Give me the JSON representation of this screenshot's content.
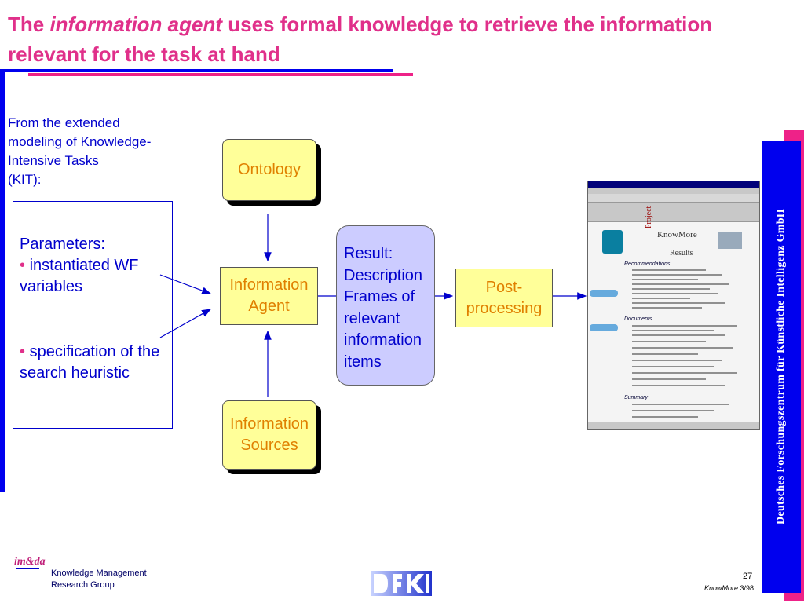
{
  "title": {
    "part1": "The ",
    "emph": "information agent",
    "part2": " uses formal knowledge to retrieve the information relevant for the task at hand"
  },
  "intro": {
    "lines": [
      "From the extended",
      "modeling of Knowledge-",
      "Intensive Tasks",
      "(KIT):"
    ]
  },
  "parameters": {
    "heading": "Parameters:",
    "bullet": "•",
    "item1_line1": " instantiated WF",
    "item1_line2": "variables",
    "item2_line1": " specification of the",
    "item2_line2": "search heuristic"
  },
  "nodes": {
    "ontology": "Ontology",
    "agent_line1": "Information",
    "agent_line2": "Agent",
    "sources_line1": "Information",
    "sources_line2": "Sources",
    "post_line1": "Post-",
    "post_line2": "processing"
  },
  "result": {
    "lines": [
      "Result:",
      "Description",
      "Frames of",
      "relevant",
      "information",
      "items"
    ]
  },
  "screenshot": {
    "header1": "Project",
    "header2": "KnowMore",
    "header3": "Results",
    "section1": "Recommendations",
    "section2": "Documents",
    "section3": "Summary"
  },
  "sidebar": {
    "text": "Deutsches Forschungszentrum für Künstliche Intelligenz GmbH"
  },
  "footer": {
    "logo": "im&da",
    "group_line1": "Knowledge Management",
    "group_line2": "Research Group",
    "page_number": "27",
    "footnote_italic": "KnowMore",
    "footnote_date": " 3/98"
  },
  "colors": {
    "title": "#e0308a",
    "accent_blue": "#0000cc",
    "box_fill": "#ffff99",
    "box_text": "#e08000",
    "result_fill": "#ccccff",
    "sidebar_blue": "#0000ee",
    "sidebar_pink": "#ee2288"
  }
}
